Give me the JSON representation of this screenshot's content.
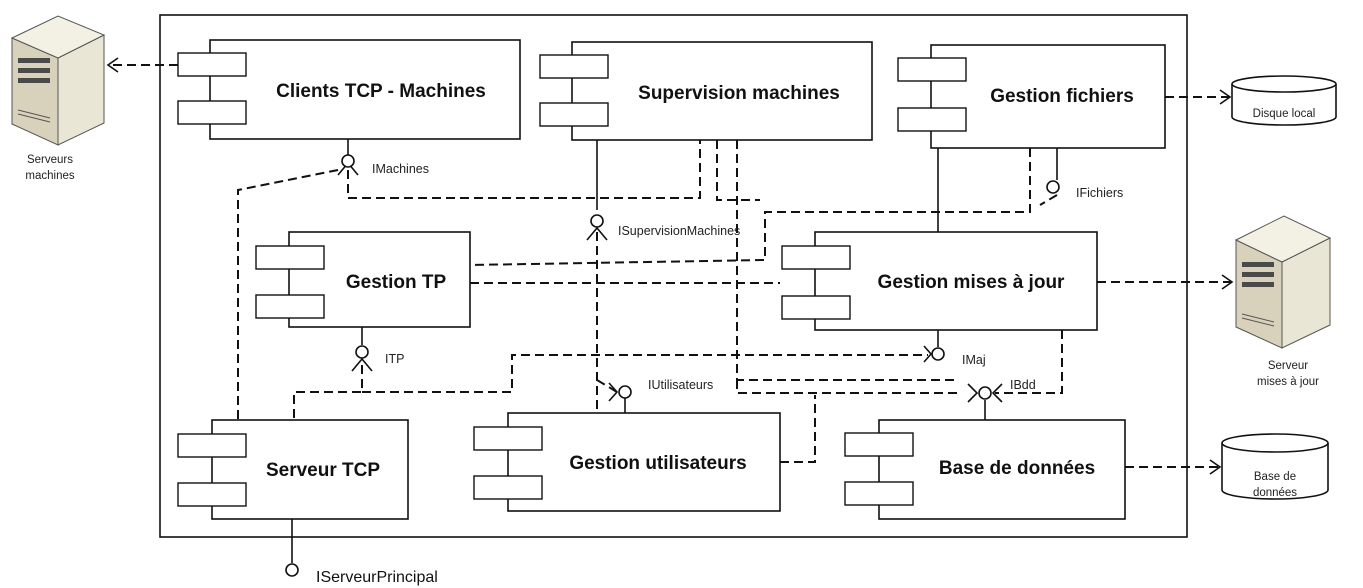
{
  "components": {
    "clients_tcp": "Clients TCP - Machines",
    "supervision": "Supervision machines",
    "gestion_fichiers": "Gestion fichiers",
    "gestion_tp": "Gestion TP",
    "gestion_maj": "Gestion mises à jour",
    "serveur_tcp": "Serveur TCP",
    "gestion_utilisateurs": "Gestion utilisateurs",
    "base_donnees": "Base de données"
  },
  "interfaces": {
    "imachines": "IMachines",
    "ifichiers": "IFichiers",
    "isupervision": "ISupervisionMachines",
    "itp": "ITP",
    "imaj": "IMaj",
    "iutilisateurs": "IUtilisateurs",
    "ibdd": "IBdd",
    "iserveur": "IServeurPrincipal"
  },
  "externals": {
    "serveurs_machines": [
      "Serveurs",
      "machines"
    ],
    "disque_local": "Disque local",
    "serveur_maj": [
      "Serveur",
      "mises à jour"
    ],
    "base_db": [
      "Base de",
      "données"
    ]
  },
  "colors": {
    "stroke": "#111111",
    "server_body": "#d8d2bd",
    "server_dark": "#4a4a4a",
    "background": "#ffffff"
  },
  "icons": [
    "server-icon",
    "disk-icon",
    "database-icon",
    "component-icon"
  ]
}
